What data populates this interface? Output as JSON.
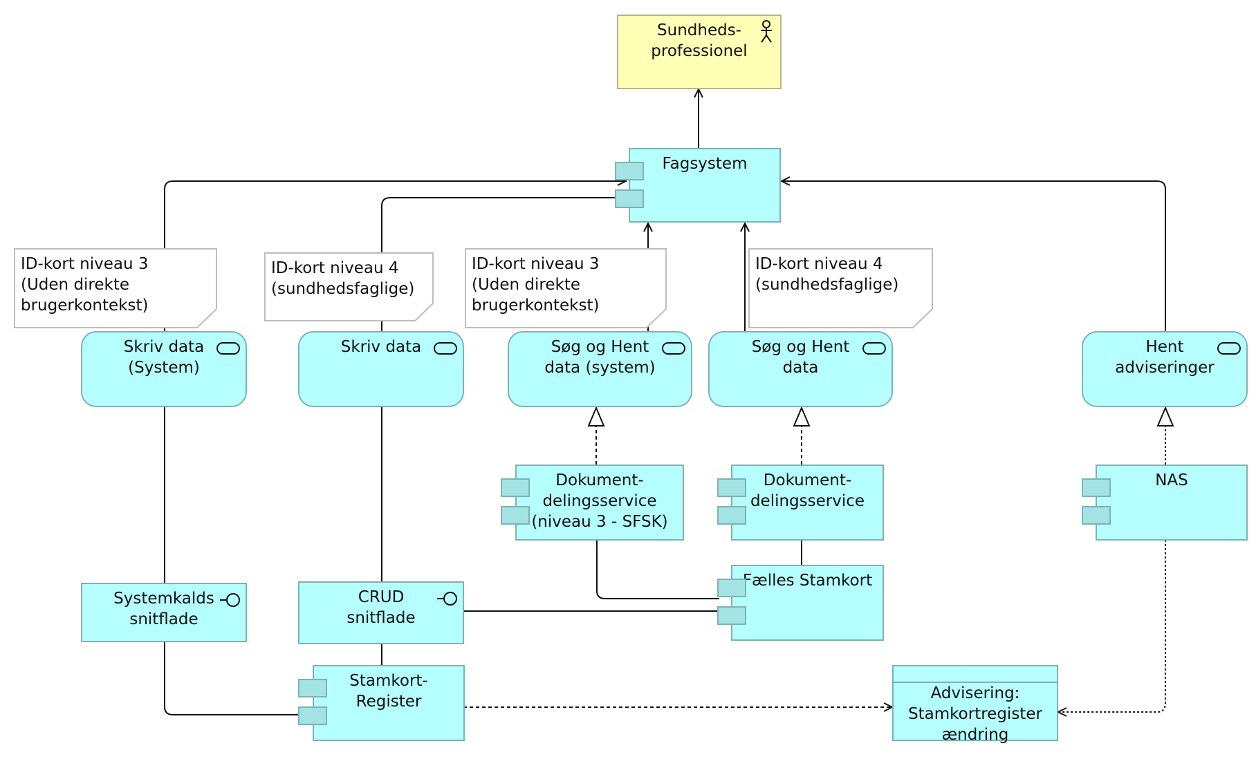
{
  "diagram": {
    "nodes": {
      "actor": {
        "label": "Sundheds-\nprofessionel",
        "type": "business-actor"
      },
      "fagsystem": {
        "label": "Fagsystem",
        "type": "application-component"
      },
      "note1": {
        "label": "ID-kort niveau 3\n(Uden direkte\nbrugerkontekst)"
      },
      "note2": {
        "label": "ID-kort niveau 4\n(sundhedsfaglige)"
      },
      "note3": {
        "label": "ID-kort niveau 3\n(Uden direkte\nbrugerkontekst)"
      },
      "note4": {
        "label": "ID-kort niveau 4\n(sundhedsfaglige)"
      },
      "svc_skriv_system": {
        "label": "Skriv data\n(System)",
        "type": "application-service"
      },
      "svc_skriv": {
        "label": "Skriv data",
        "type": "application-service"
      },
      "svc_soeg_system": {
        "label": "Søg og Hent\ndata (system)",
        "type": "application-service"
      },
      "svc_soeg": {
        "label": "Søg og Hent\ndata",
        "type": "application-service"
      },
      "svc_hent_adv": {
        "label": "Hent\nadviseringer",
        "type": "application-service"
      },
      "dds_n3": {
        "label": "Dokument-\ndelingsservice\n(niveau 3 - SFSK)",
        "type": "application-component"
      },
      "dds": {
        "label": "Dokument-\ndelingsservice",
        "type": "application-component"
      },
      "nas": {
        "label": "NAS",
        "type": "application-component"
      },
      "faelles": {
        "label": "Fælles Stamkort",
        "type": "application-component"
      },
      "if_system": {
        "label": "Systemkalds\nsnitflade",
        "type": "application-interface"
      },
      "if_crud": {
        "label": "CRUD\nsnitflade",
        "type": "application-interface"
      },
      "stamkort_reg": {
        "label": "Stamkort-\nRegister",
        "type": "application-component"
      },
      "advisering": {
        "label": "Advisering:\nStamkortregister\nændring",
        "type": "application-event"
      }
    },
    "relations": [
      {
        "from": "fagsystem",
        "to": "actor",
        "type": "serving"
      },
      {
        "from": "svc_skriv_system",
        "to": "fagsystem",
        "type": "serving"
      },
      {
        "from": "svc_skriv",
        "to": "fagsystem",
        "type": "serving"
      },
      {
        "from": "svc_soeg_system",
        "to": "fagsystem",
        "type": "serving"
      },
      {
        "from": "svc_soeg",
        "to": "fagsystem",
        "type": "serving"
      },
      {
        "from": "svc_hent_adv",
        "to": "fagsystem",
        "type": "serving"
      },
      {
        "from": "dds_n3",
        "to": "svc_soeg_system",
        "type": "realization"
      },
      {
        "from": "dds",
        "to": "svc_soeg",
        "type": "realization"
      },
      {
        "from": "nas",
        "to": "svc_hent_adv",
        "type": "realization"
      },
      {
        "from": "svc_skriv_system",
        "to": "if_system",
        "type": "association"
      },
      {
        "from": "svc_skriv",
        "to": "if_crud",
        "type": "association"
      },
      {
        "from": "if_system",
        "to": "stamkort_reg",
        "type": "association"
      },
      {
        "from": "if_crud",
        "to": "stamkort_reg",
        "type": "association"
      },
      {
        "from": "if_crud",
        "to": "faelles",
        "type": "association"
      },
      {
        "from": "dds_n3",
        "to": "faelles",
        "type": "association"
      },
      {
        "from": "dds",
        "to": "faelles",
        "type": "association"
      },
      {
        "from": "stamkort_reg",
        "to": "advisering",
        "type": "triggering"
      },
      {
        "from": "nas",
        "to": "advisering",
        "type": "access"
      }
    ]
  }
}
